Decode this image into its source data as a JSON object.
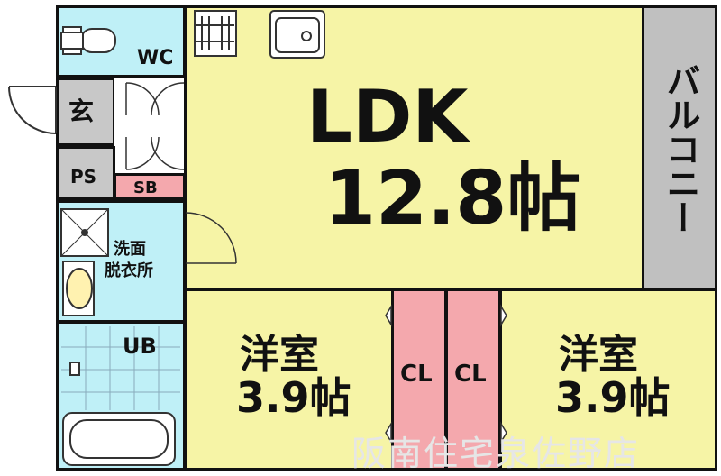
{
  "rooms": {
    "wc": "WC",
    "entrance": "玄",
    "ps": "PS",
    "sb": "SB",
    "washroom_line1": "洗面",
    "washroom_line2": "脱衣所",
    "ub": "UB",
    "ldk_name": "LDK",
    "ldk_size": "12.8帖",
    "balcony": "バルコニー",
    "western_left_name": "洋室",
    "western_left_size": "3.9帖",
    "western_right_name": "洋室",
    "western_right_size": "3.9帖",
    "closet_left": "CL",
    "closet_right": "CL"
  },
  "watermark": "阪南住宅泉佐野店",
  "colors": {
    "living": "#f6f4a6",
    "wet": "#bff0f7",
    "closet": "#f4a8ad",
    "balcony": "#c0c0c0",
    "entrance": "#c8c8c8",
    "watermark": "#e6e6e6"
  }
}
